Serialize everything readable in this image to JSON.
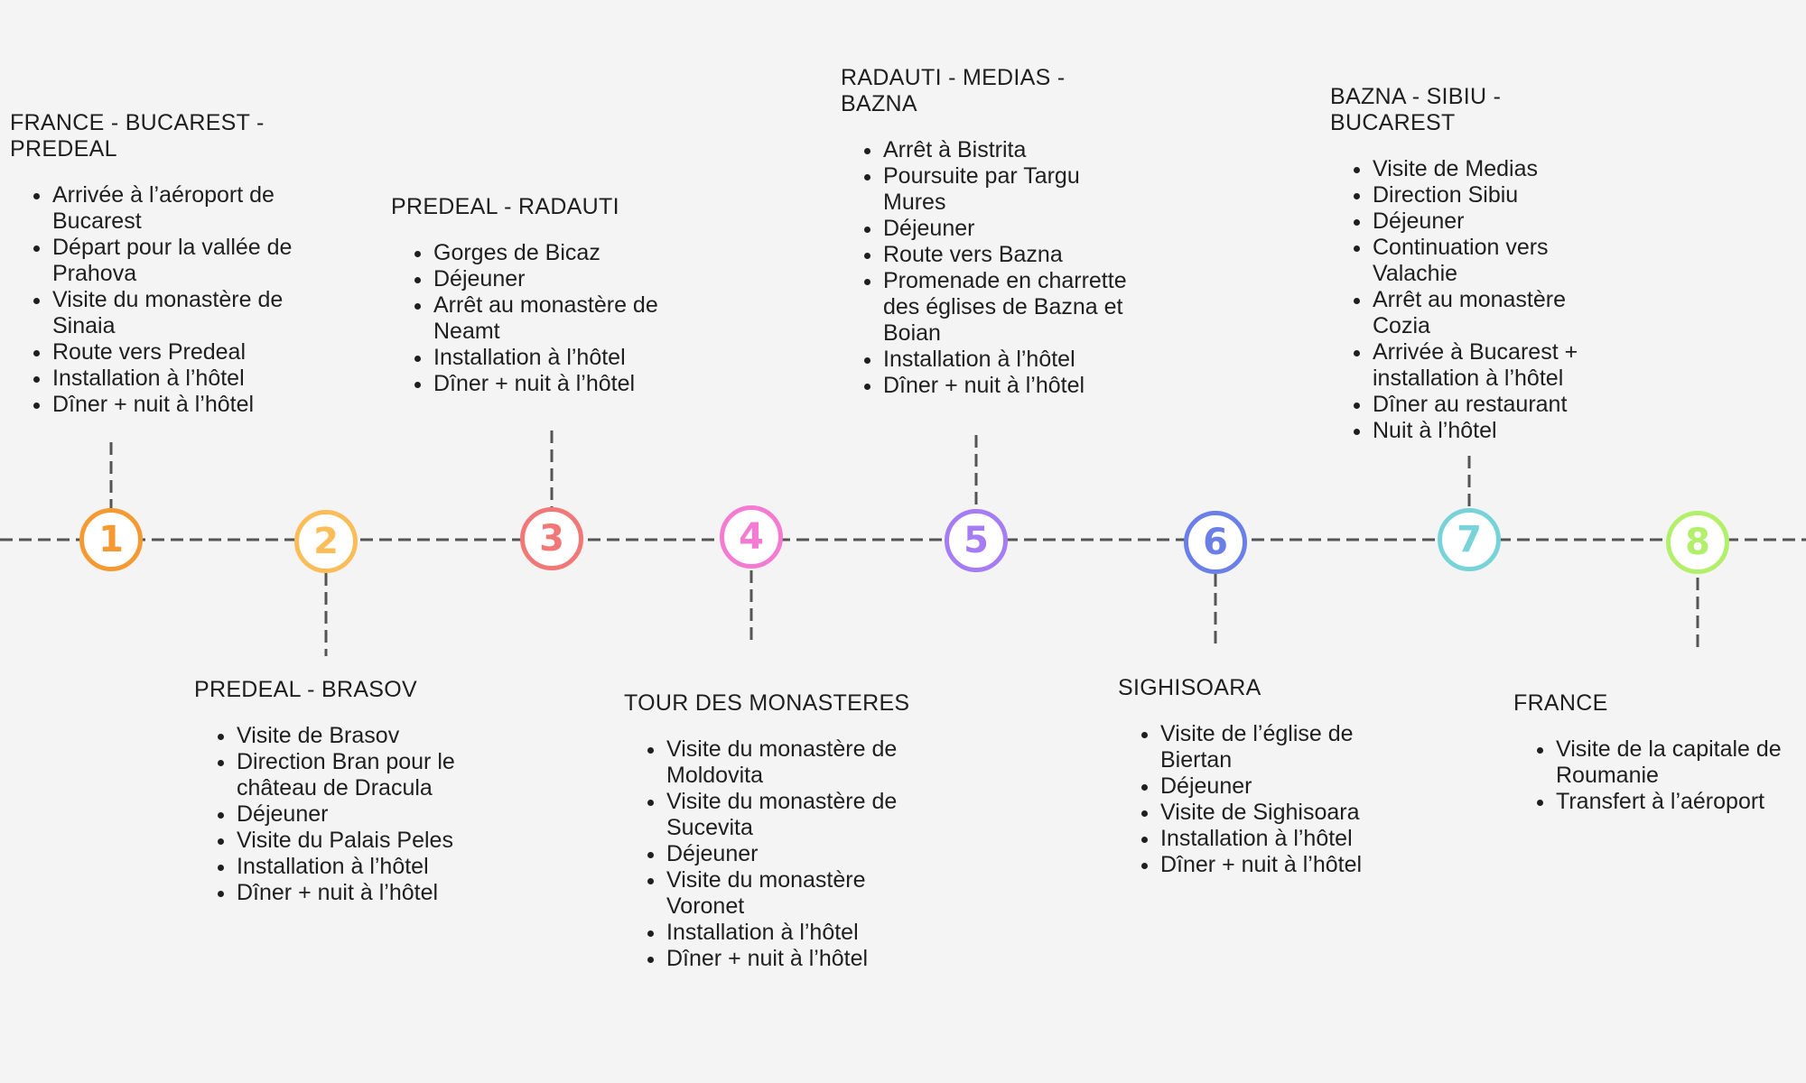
{
  "colors": {
    "background": "#f4f4f4",
    "line": "#555555",
    "text": "#1f1f1f"
  },
  "steps": [
    {
      "number": "1",
      "color": "#f59a32",
      "title": "FRANCE - BUCAREST - PREDEAL",
      "items": [
        "Arrivée à l’aéroport de Bucarest",
        "Départ pour la vallée de Prahova",
        "Visite du monastère de Sinaia",
        "Route vers Predeal",
        "Installation à l’hôtel",
        "Dîner + nuit à l’hôtel"
      ]
    },
    {
      "number": "2",
      "color": "#fbbc5a",
      "title": "PREDEAL - BRASOV",
      "items": [
        "Visite de Brasov",
        "Direction Bran pour le château de Dracula",
        "Déjeuner",
        "Visite du Palais Peles",
        "Installation à l’hôtel",
        "Dîner + nuit à l’hôtel"
      ]
    },
    {
      "number": "3",
      "color": "#f27878",
      "title": "PREDEAL - RADAUTI",
      "items": [
        "Gorges de Bicaz",
        "Déjeuner",
        "Arrêt au monastère de Neamt",
        "Installation à l’hôtel",
        "Dîner + nuit à l’hôtel"
      ]
    },
    {
      "number": "4",
      "color": "#f57ad2",
      "title": "TOUR DES MONASTERES",
      "items": [
        "Visite du monastère de Moldovita",
        "Visite du monastère de Sucevita",
        "Déjeuner",
        "Visite du monastère Voronet",
        "Installation à l’hôtel",
        "Dîner + nuit à l’hôtel"
      ]
    },
    {
      "number": "5",
      "color": "#a57cf4",
      "title": "RADAUTI - MEDIAS - BAZNA",
      "items": [
        "Arrêt à Bistrita",
        "Poursuite par Targu Mures",
        "Déjeuner",
        "Route vers Bazna",
        "Promenade en charrette des églises de Bazna et Boian",
        "Installation à l’hôtel",
        "Dîner + nuit à l’hôtel"
      ]
    },
    {
      "number": "6",
      "color": "#6a7fe7",
      "title": "SIGHISOARA",
      "items": [
        "Visite de l’église de Biertan",
        "Déjeuner",
        "Visite de Sighisoara",
        "Installation à l’hôtel",
        "Dîner + nuit à l’hôtel"
      ]
    },
    {
      "number": "7",
      "color": "#78d3d8",
      "title": "BAZNA - SIBIU - BUCAREST",
      "items": [
        "Visite de Medias",
        "Direction Sibiu",
        "Déjeuner",
        "Continuation vers Valachie",
        "Arrêt au monastère Cozia",
        "Arrivée à Bucarest + installation à l’hôtel",
        "Dîner au restaurant",
        "Nuit à l’hôtel"
      ]
    },
    {
      "number": "8",
      "color": "#b2ef6a",
      "title": "FRANCE",
      "items": [
        "Visite de la capitale de Roumanie",
        "Transfert à l’aéroport"
      ]
    }
  ]
}
